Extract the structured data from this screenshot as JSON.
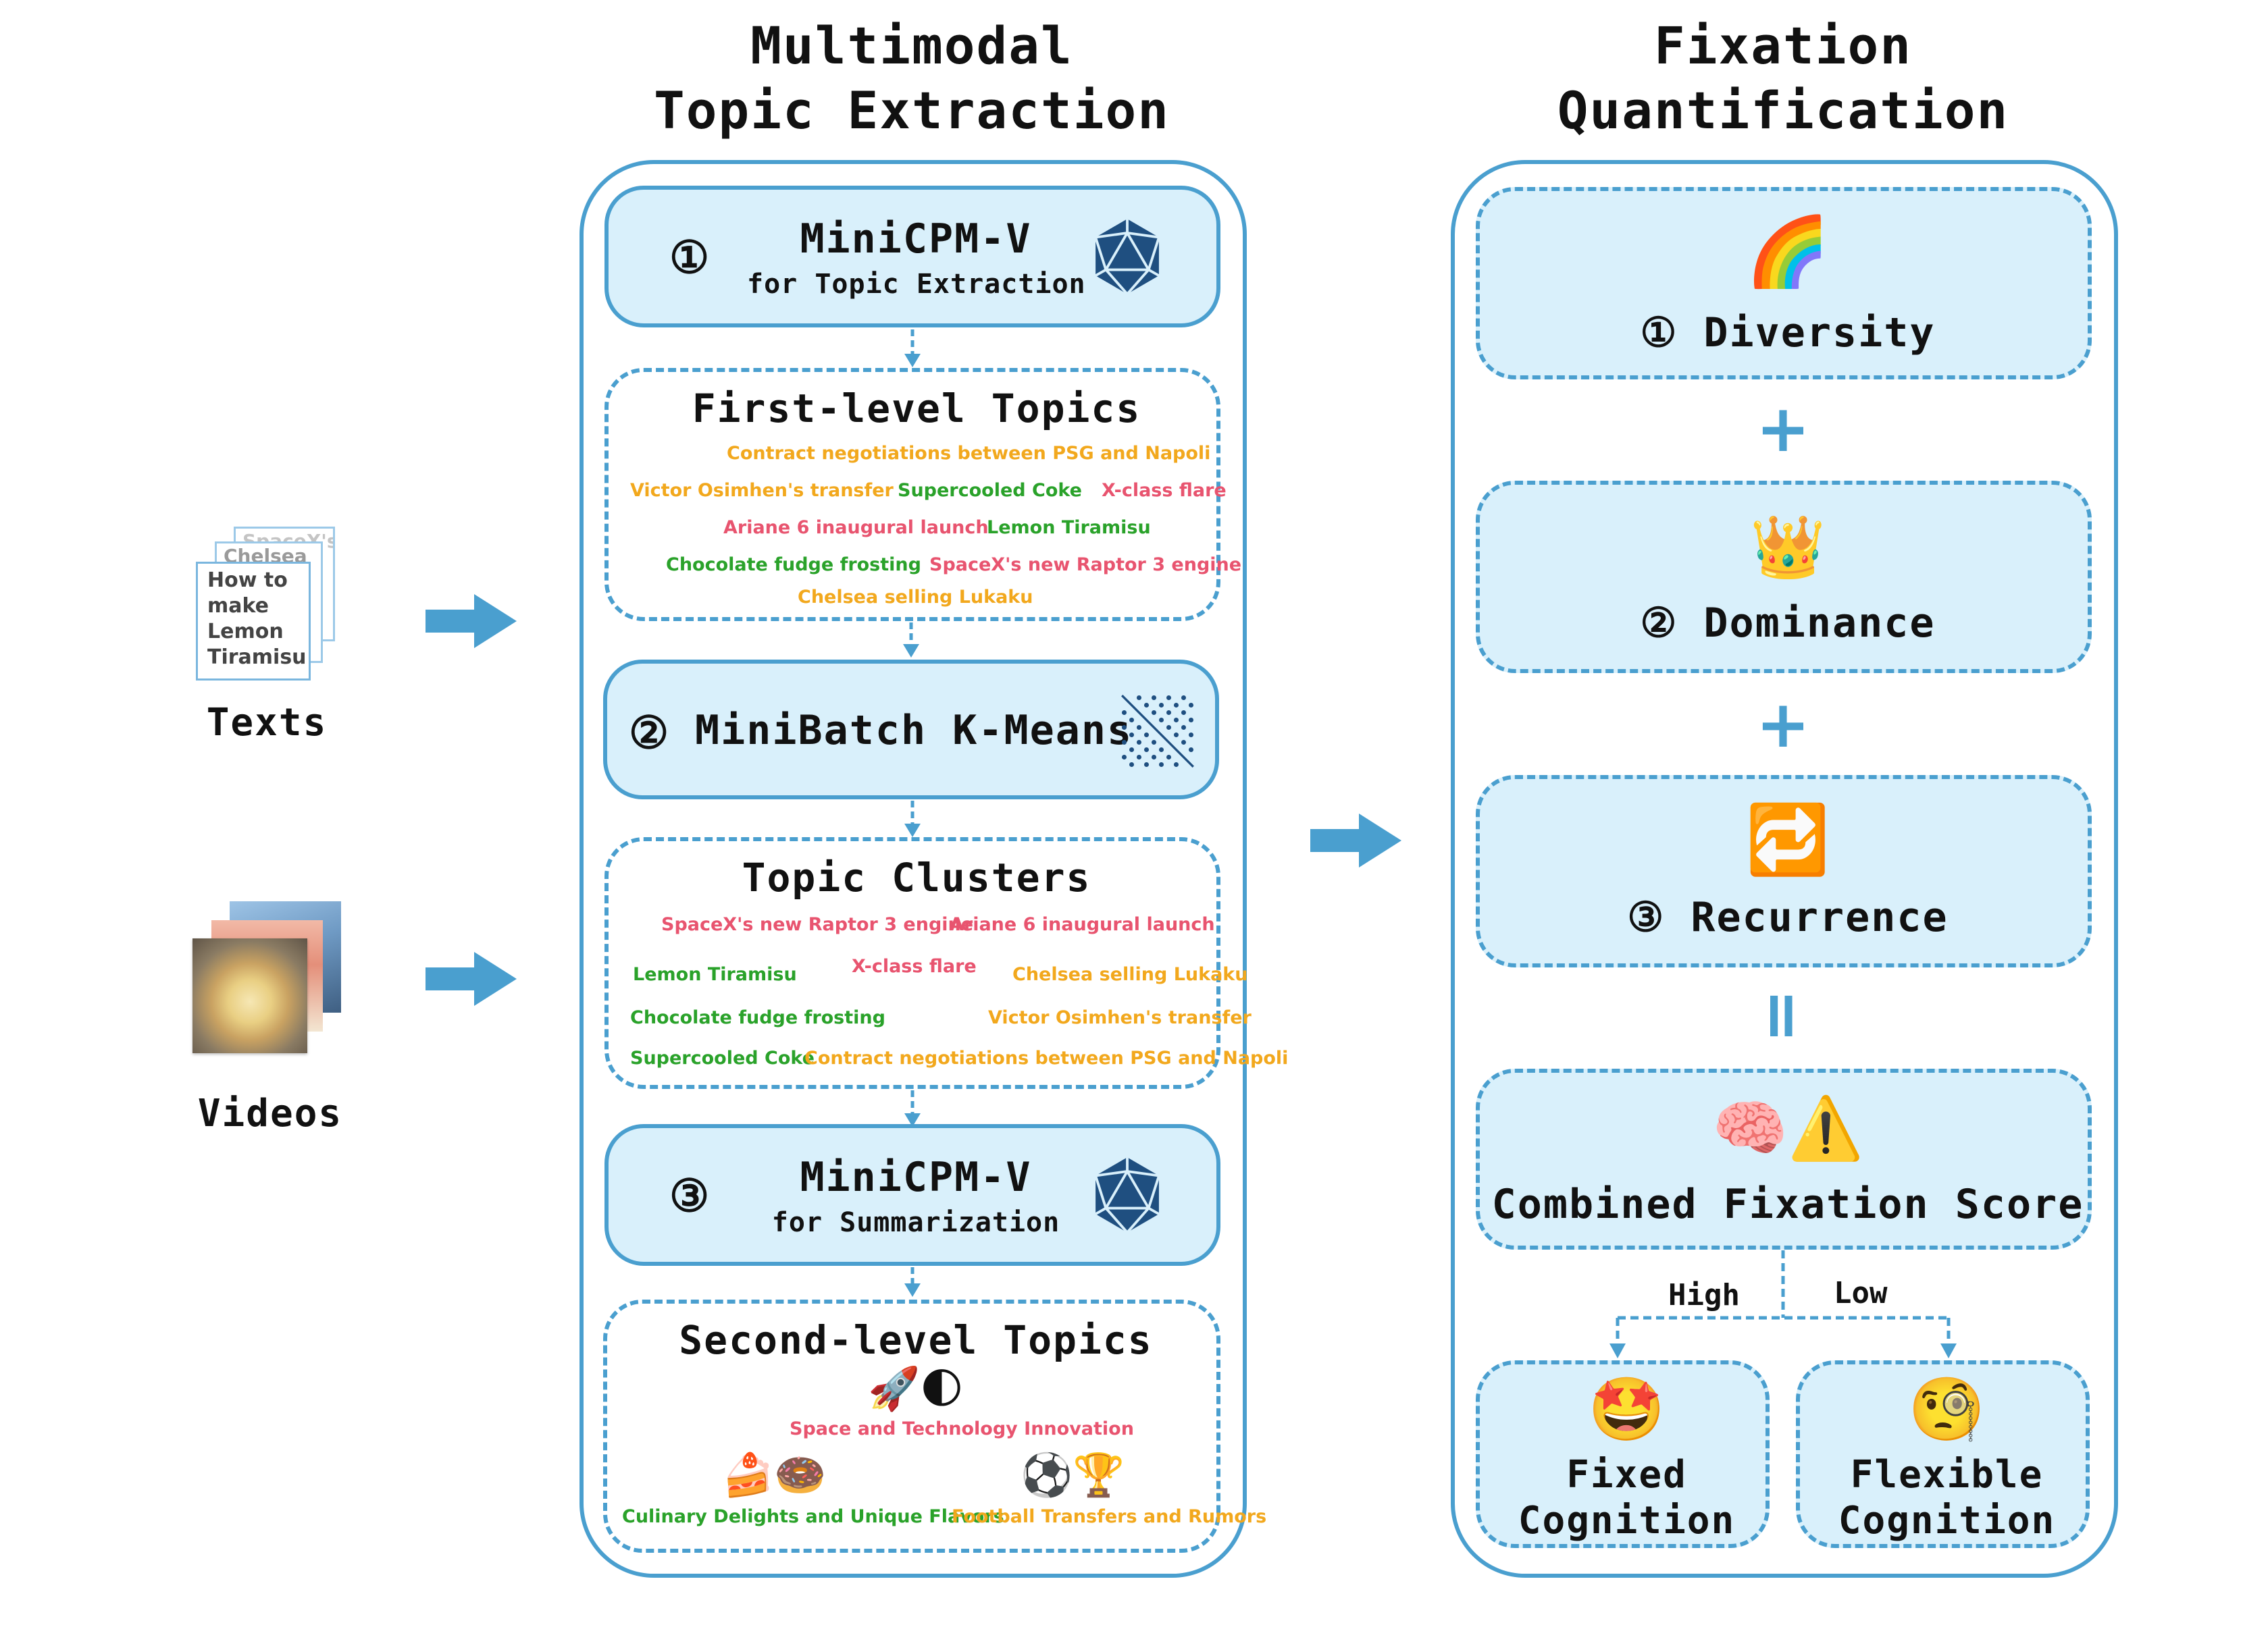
{
  "titles": {
    "left_line1": "Multimodal",
    "left_line2": "Topic Extraction",
    "right_line1": "Fixation",
    "right_line2": "Quantification"
  },
  "inputs": {
    "texts_label": "Texts",
    "videos_label": "Videos",
    "doc_front_text": "How to make Lemon Tiramisu",
    "doc_back1_text": "Chelsea",
    "doc_back2_text": "SpaceX's"
  },
  "extraction": {
    "step1": {
      "num": "①",
      "title": "MiniCPM-V",
      "subtitle": "for Topic Extraction"
    },
    "first_level": {
      "heading": "First-level Topics",
      "topics": [
        {
          "text": "Contract negotiations between PSG and Napoli",
          "color": "#f2a81d"
        },
        {
          "text": "Victor Osimhen's transfer",
          "color": "#f2a81d"
        },
        {
          "text": "Supercooled Coke",
          "color": "#2aa22a"
        },
        {
          "text": "X-class flare",
          "color": "#e8546f"
        },
        {
          "text": "Ariane 6 inaugural launch",
          "color": "#e8546f"
        },
        {
          "text": "Lemon Tiramisu",
          "color": "#2aa22a"
        },
        {
          "text": "Chocolate fudge frosting",
          "color": "#2aa22a"
        },
        {
          "text": "SpaceX's new Raptor 3 engine",
          "color": "#e8546f"
        },
        {
          "text": "Chelsea selling Lukaku",
          "color": "#f2a81d"
        }
      ]
    },
    "step2": {
      "num": "②",
      "title": "MiniBatch K-Means"
    },
    "clusters": {
      "heading": "Topic Clusters",
      "topics": [
        {
          "text": "SpaceX's new Raptor 3 engine",
          "color": "#e8546f"
        },
        {
          "text": "Ariane 6 inaugural launch",
          "color": "#e8546f"
        },
        {
          "text": "X-class flare",
          "color": "#e8546f"
        },
        {
          "text": "Lemon Tiramisu",
          "color": "#2aa22a"
        },
        {
          "text": "Chelsea selling Lukaku",
          "color": "#f2a81d"
        },
        {
          "text": "Chocolate fudge frosting",
          "color": "#2aa22a"
        },
        {
          "text": "Victor Osimhen's transfer",
          "color": "#f2a81d"
        },
        {
          "text": "Supercooled Coke",
          "color": "#2aa22a"
        },
        {
          "text": "Contract negotiations between PSG and Napoli",
          "color": "#f2a81d"
        }
      ]
    },
    "step3": {
      "num": "③",
      "title": "MiniCPM-V",
      "subtitle": "for Summarization"
    },
    "second_level": {
      "heading": "Second-level Topics",
      "topics": [
        {
          "emoji": "🚀🌓",
          "text": "Space and Technology Innovation",
          "color": "#e8546f"
        },
        {
          "emoji": "🍰🍩",
          "text": "Culinary Delights and Unique Flavors",
          "color": "#2aa22a"
        },
        {
          "emoji": "⚽🏆",
          "text": "Football Transfers and Rumors",
          "color": "#f2a81d"
        }
      ]
    }
  },
  "quantification": {
    "diversity": {
      "emoji": "🌈",
      "label": "① Diversity"
    },
    "dominance": {
      "emoji": "👑",
      "label": "② Dominance"
    },
    "recurrence": {
      "emoji": "🔁",
      "label": "③ Recurrence"
    },
    "plus": "+",
    "equals": "=",
    "combined": {
      "emoji": "🧠⚠️",
      "label": "Combined Fixation Score"
    },
    "high_label": "High",
    "low_label": "Low",
    "fixed": {
      "emoji": "🤩",
      "line1": "Fixed",
      "line2": "Cognition"
    },
    "flexible": {
      "emoji": "🧐",
      "line1": "Flexible",
      "line2": "Cognition"
    }
  },
  "colors": {
    "accent": "#4a9fcf",
    "box_fill": "#d9f0fb",
    "icon_dark": "#1f4f80",
    "orange": "#f2a81d",
    "green": "#2aa22a",
    "red": "#e8546f"
  },
  "icons": {
    "d20": "icosahedron-icon",
    "scatter": "scatter-cluster-icon",
    "arrow": "arrow-right-icon"
  }
}
